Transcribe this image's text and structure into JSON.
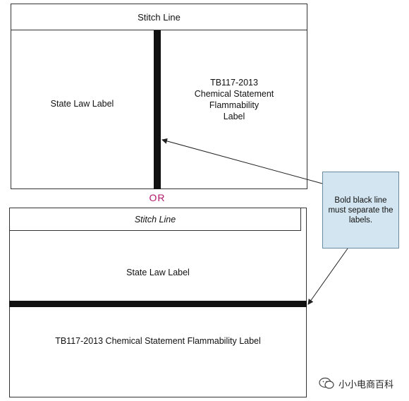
{
  "top_diagram": {
    "stitch_line": "Stitch Line",
    "left_label": "State Law Label",
    "right_label_lines": [
      "TB117-2013",
      "Chemical Statement",
      "Flammability",
      "Label"
    ]
  },
  "separator_text": "OR",
  "bottom_diagram": {
    "stitch_line": "Stitch Line",
    "upper_label": "State Law Label",
    "lower_label": "TB117-2013 Chemical Statement Flammability Label"
  },
  "callout_text": "Bold black line must separate the labels.",
  "watermark": {
    "text": "小小电商百科",
    "icon": "wechat-icon"
  },
  "colors": {
    "or_text": "#b0176a",
    "callout_fill": "#d3e5f0",
    "divider": "#111111"
  }
}
